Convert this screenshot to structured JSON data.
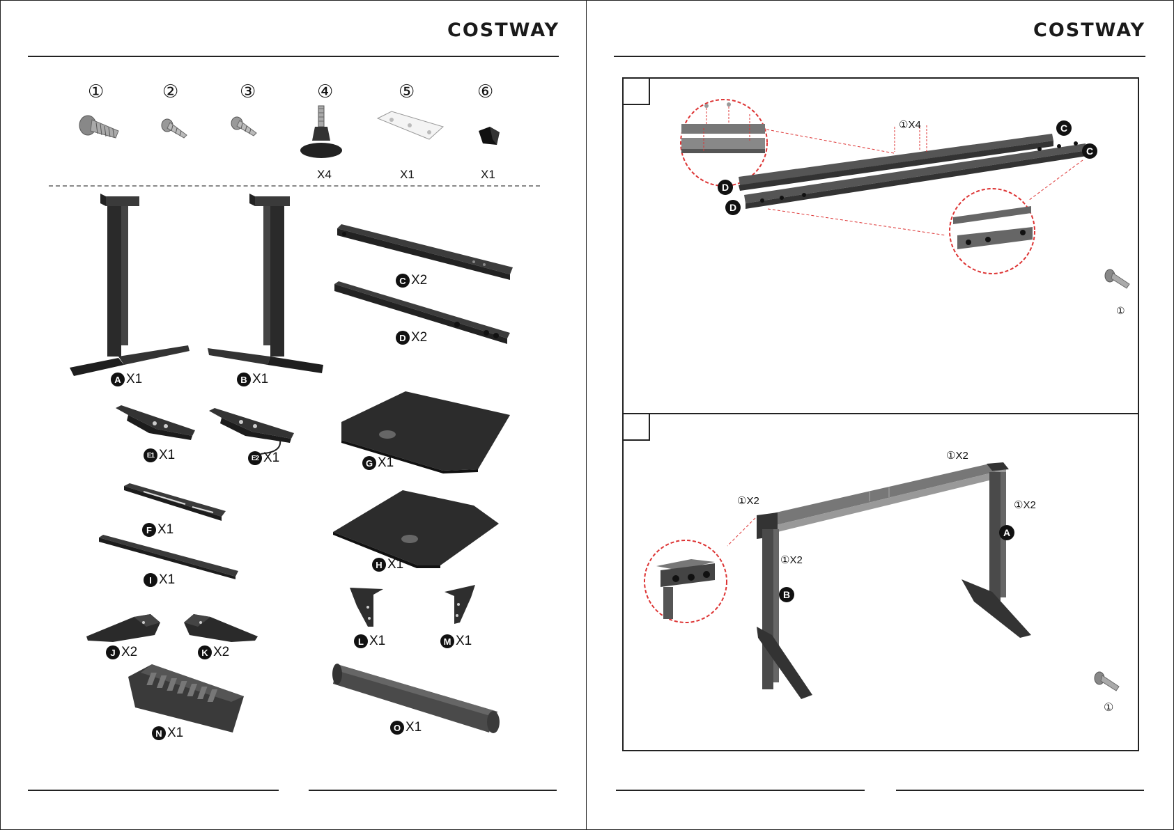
{
  "brand": "COSTWAY",
  "hardware": [
    {
      "num": "①",
      "qty": ""
    },
    {
      "num": "②",
      "qty": ""
    },
    {
      "num": "③",
      "qty": ""
    },
    {
      "num": "④",
      "qty": "X4"
    },
    {
      "num": "⑤",
      "qty": "X1"
    },
    {
      "num": "⑥",
      "qty": "X1"
    }
  ],
  "parts": {
    "A": {
      "letter": "A",
      "qty": "X1"
    },
    "B": {
      "letter": "B",
      "qty": "X1"
    },
    "C": {
      "letter": "C",
      "qty": "X2"
    },
    "D": {
      "letter": "D",
      "qty": "X2"
    },
    "E1": {
      "letter": "E1",
      "qty": "X1"
    },
    "E2": {
      "letter": "E2",
      "qty": " X1"
    },
    "G": {
      "letter": "G",
      "qty": "X1"
    },
    "F": {
      "letter": "F",
      "qty": "X1"
    },
    "H": {
      "letter": "H",
      "qty": "X1"
    },
    "I": {
      "letter": "I",
      "qty": "X1"
    },
    "J": {
      "letter": "J",
      "qty": "X2"
    },
    "K": {
      "letter": "K",
      "qty": "X2"
    },
    "L": {
      "letter": "L",
      "qty": "X1"
    },
    "M": {
      "letter": "M",
      "qty": "X1"
    },
    "N": {
      "letter": "N",
      "qty": "X1"
    },
    "O": {
      "letter": "O",
      "qty": "X1"
    }
  },
  "step1": {
    "screws": "①X4",
    "label_c": "C",
    "label_d": "D",
    "hardware_ref": "①"
  },
  "step2": {
    "screws_top": "①X2",
    "screws_left": "①X2",
    "screws_right": "①X2",
    "screws_front": "①X2",
    "label_a": "A",
    "label_b": "B",
    "hardware_ref": "①"
  }
}
